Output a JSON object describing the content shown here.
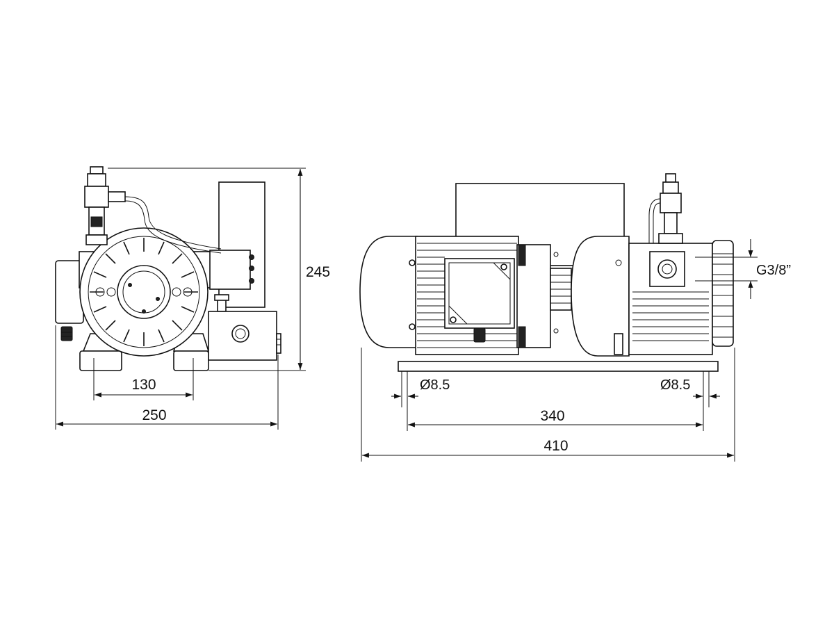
{
  "dimensions": {
    "front_height": "245",
    "front_foot_spacing": "130",
    "front_width": "250",
    "hole_left": "Ø8.5",
    "hole_right": "Ø8.5",
    "side_hole_spacing": "340",
    "side_length": "410",
    "port_thread": "G3/8”"
  }
}
